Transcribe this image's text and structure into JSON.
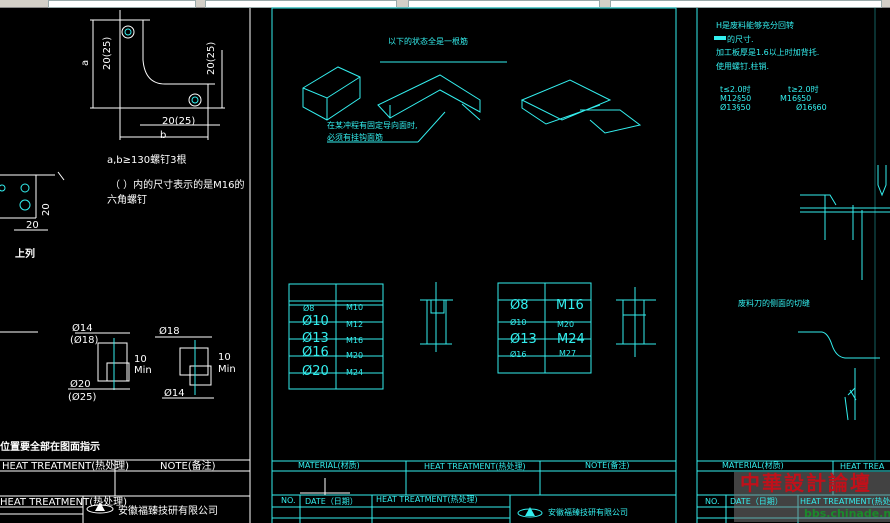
{
  "left_sheet": {
    "dims": {
      "a": "a",
      "b": "b",
      "d1": "20(25)",
      "d2": "20(25)",
      "d3": "20(25)",
      "d4": "20",
      "d5": "20"
    },
    "note1": "a,b≥130螺钉3根",
    "note2": "（ ）内的尺寸表示的是M16的",
    "note3": "六角螺钉",
    "label_top": "上列",
    "hole1": {
      "top": "Ø14",
      "top2": "(Ø18)",
      "bottom": "Ø20",
      "bottom2": "(Ø25)",
      "depth": "10",
      "depth2": "Min"
    },
    "hole2": {
      "top": "Ø18",
      "bottom": "Ø14",
      "depth": "10",
      "depth2": "Min"
    },
    "bottom_note": "位置要全部在图面指示",
    "title_block": {
      "heat": "HEAT TREATMENT(热处理)",
      "note": "NOTE(备注)",
      "heat2": "HEAT TREATMENT(热处理)",
      "company": "安徽福臻技研有限公司"
    }
  },
  "middle_sheet": {
    "heading": "以下的状态全是一根筋",
    "callout1": "在某冲程有固定导向面时,",
    "callout2": "必须有挂钩面筋",
    "table1": {
      "rows": [
        [
          "Ø8",
          "M10"
        ],
        [
          "Ø10",
          "M12"
        ],
        [
          "Ø13",
          "M16"
        ],
        [
          "Ø16",
          "M20"
        ],
        [
          "Ø20",
          "M24"
        ]
      ]
    },
    "table2": {
      "rows": [
        [
          "Ø8",
          "M16"
        ],
        [
          "Ø10",
          "M20"
        ],
        [
          "Ø13",
          "M24"
        ],
        [
          "Ø16",
          "M27"
        ]
      ]
    },
    "title_block": {
      "material": "MATERIAL(材质)",
      "heat": "HEAT TREATMENT(热处理)",
      "note": "NOTE(备注)",
      "no": "NO.",
      "date": "DATE（日期）",
      "heat2": "HEAT TREATMENT(热处理)",
      "company": "安徽福臻技研有限公司"
    }
  },
  "right_sheet": {
    "text1": "H是废料能够充分回转",
    "text2": "的尺寸.",
    "text3": "加工板厚是1.6以上时加背托.",
    "text4": "使用螺钉.柱销.",
    "spec_left": [
      "t≤2.0时",
      "M12§50",
      "Ø13§50"
    ],
    "spec_right": [
      "t≥2.0时",
      "M16§50",
      "Ø16§60"
    ],
    "caption": "废料刀的侧面的切缝",
    "title_block": {
      "material": "MATERIAL(材质)",
      "heat": "HEAT TREA",
      "no": "NO.",
      "date": "DATE（日期）",
      "heat2": "HEAT TREATMENT(热处"
    }
  },
  "watermark": {
    "title": "中華設計論壇",
    "url": "bbs.chinade.net"
  }
}
